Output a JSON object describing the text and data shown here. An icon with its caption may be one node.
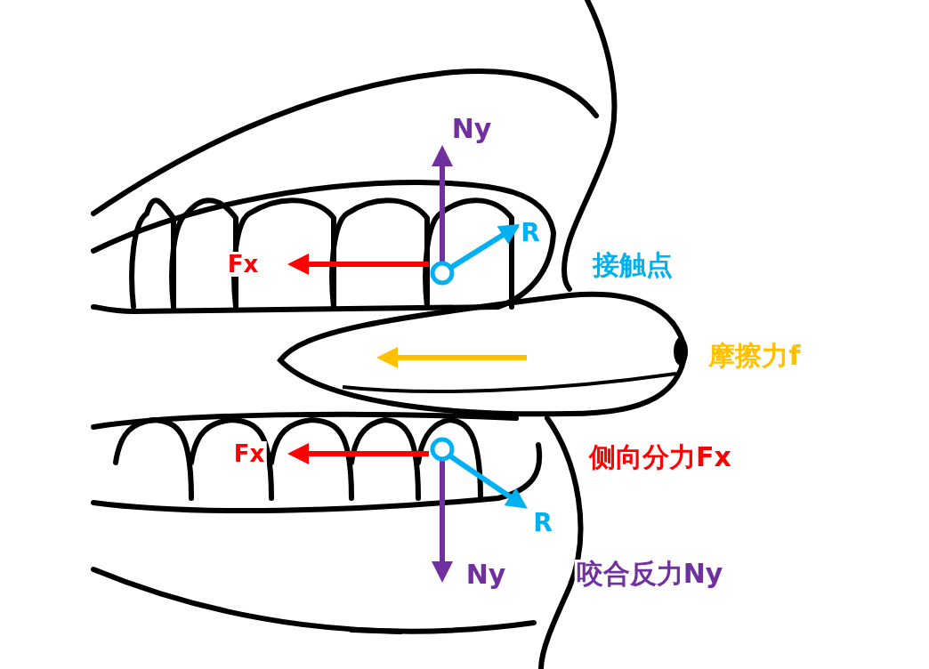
{
  "diagram": {
    "labels": [
      "Ny",
      "R",
      "Fx",
      "接触点",
      "摩擦力f",
      "Fx",
      "侧向分力Fx",
      "R",
      "Ny",
      "咬合反力Ny"
    ]
  }
}
